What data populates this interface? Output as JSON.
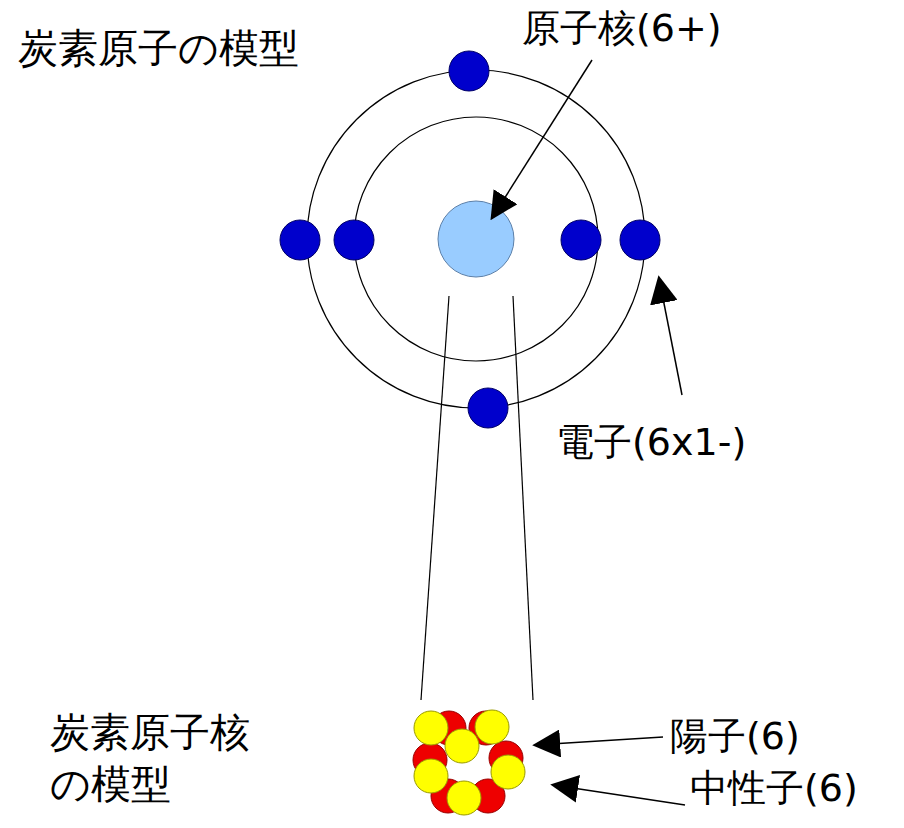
{
  "diagram": {
    "labels": [
      "炭素原子の模型",
      "原子核(6+)",
      "電子(6x1-)",
      "炭素原子核 の模型",
      "陽子(6)",
      "中性子(6)"
    ]
  }
}
